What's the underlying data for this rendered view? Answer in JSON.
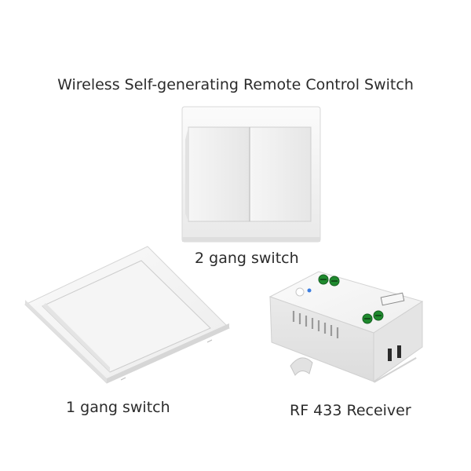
{
  "title": "Wireless Self-generating Remote Control Switch",
  "products": {
    "two_gang": {
      "label": "2 gang switch"
    },
    "one_gang": {
      "label": "1 gang switch"
    },
    "receiver": {
      "label": "RF 433 Receiver"
    }
  },
  "colors": {
    "background": "#ffffff",
    "plastic": "#f2f2f2",
    "shadow": "#d4d4d4",
    "terminal": "#1f8a2e",
    "indicator": "#3b7de0"
  }
}
